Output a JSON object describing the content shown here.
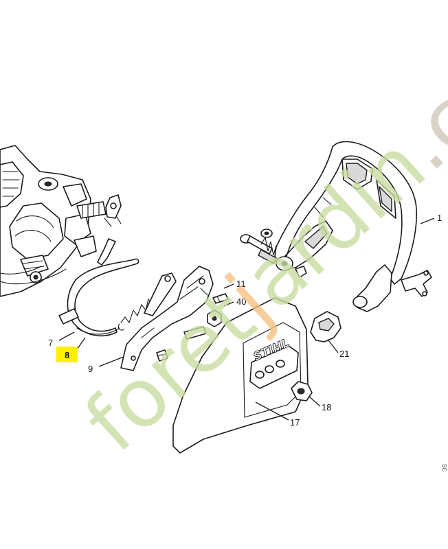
{
  "watermark": {
    "text": "foretjardin.com",
    "color_green": "#c8dca0",
    "color_orange": "#f6c080",
    "color_grey": "#cfc6b8"
  },
  "highlight_color": "#ffef00",
  "brand_on_cover": "STIHL",
  "corner_code": "SC",
  "callouts": [
    {
      "id": "1",
      "label": "1",
      "highlighted": false
    },
    {
      "id": "7",
      "label": "7",
      "highlighted": false
    },
    {
      "id": "8",
      "label": "8",
      "highlighted": true
    },
    {
      "id": "9",
      "label": "9",
      "highlighted": false
    },
    {
      "id": "11",
      "label": "11",
      "highlighted": false
    },
    {
      "id": "40",
      "label": "40",
      "highlighted": false
    },
    {
      "id": "21",
      "label": "21",
      "highlighted": false
    },
    {
      "id": "18",
      "label": "18",
      "highlighted": false
    },
    {
      "id": "17",
      "label": "17",
      "highlighted": false
    }
  ]
}
